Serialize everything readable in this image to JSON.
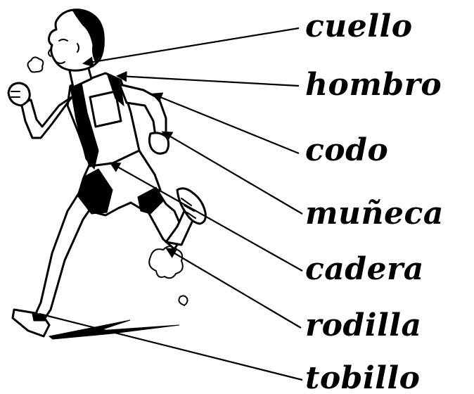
{
  "labels": [
    {
      "key": "neck",
      "text": "cuello"
    },
    {
      "key": "shoulder",
      "text": "hombro"
    },
    {
      "key": "elbow",
      "text": "codo"
    },
    {
      "key": "wrist",
      "text": "muñeca"
    },
    {
      "key": "hip",
      "text": "cadera"
    },
    {
      "key": "knee",
      "text": "rodilla"
    },
    {
      "key": "ankle",
      "text": "tobillo"
    }
  ],
  "colors": {
    "ink": "#000000",
    "background": "#ffffff"
  },
  "illustration": {
    "subject": "running-man",
    "icon": "runner-figure-icon"
  }
}
